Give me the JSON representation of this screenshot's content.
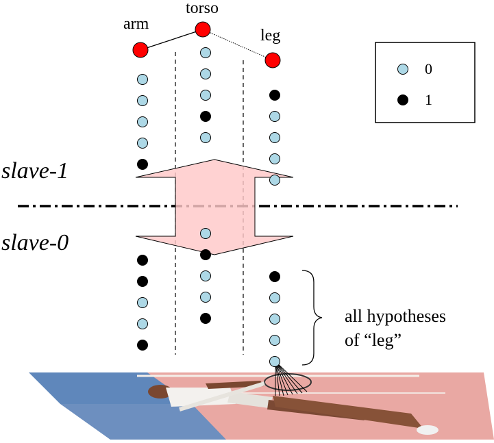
{
  "parts": {
    "arm": "arm",
    "torso": "torso",
    "leg": "leg"
  },
  "slaves": {
    "upper": "slave-1",
    "lower": "slave-0"
  },
  "legend": {
    "label_0": "0",
    "label_1": "1"
  },
  "caption": {
    "line1": "all hypotheses",
    "line2": "of “leg”"
  },
  "states": {
    "arm_upper": [
      0,
      0,
      0,
      0,
      1
    ],
    "torso_upper": [
      0,
      0,
      0,
      1,
      0
    ],
    "leg_upper": [
      1,
      0,
      0,
      0,
      0
    ],
    "arm_lower": [
      1,
      1,
      0,
      0,
      1
    ],
    "torso_lower": [
      0,
      1,
      0,
      0,
      1
    ],
    "leg_lower": [
      1,
      0,
      0,
      0,
      0
    ]
  },
  "colors": {
    "root_node": "#ff0000",
    "state_0": "#add8e6",
    "state_1": "#000000",
    "arrow_fill": "#ffc8c8",
    "divider": "#000000",
    "track_floor": "#e8a9a4",
    "track_lane": "#5a84b8"
  },
  "icons": {
    "arrow": "double-vertical-arrow",
    "image": "tennis-player-photo"
  }
}
